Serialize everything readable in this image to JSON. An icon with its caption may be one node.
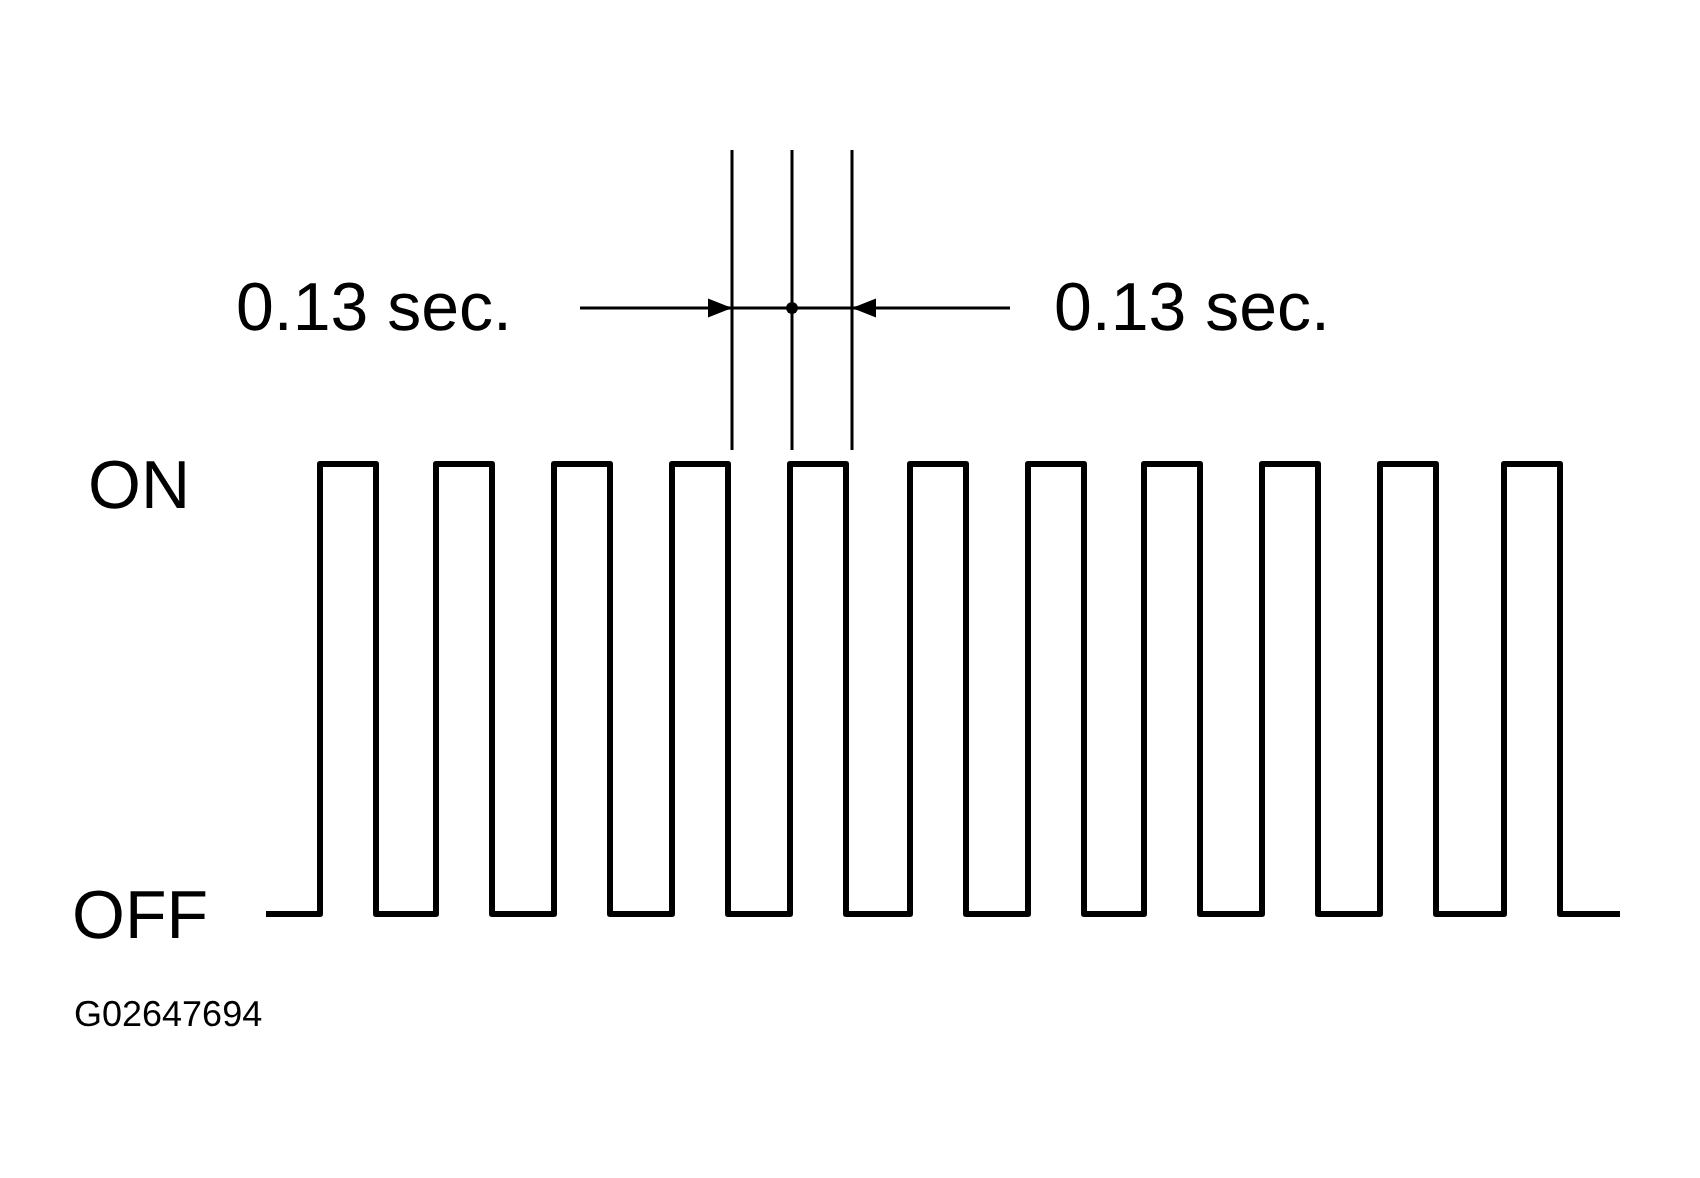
{
  "diagram": {
    "labels": [
      "0.13 sec.",
      "0.13 sec.",
      "ON",
      "OFF",
      "G02647694"
    ]
  }
}
